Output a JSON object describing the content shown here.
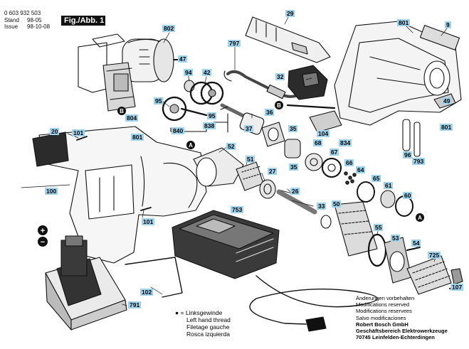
{
  "header": {
    "doc_number": "0 603 932 503",
    "stand_label": "Stand",
    "stand_value": "98-05",
    "issue_label": "Issue",
    "issue_value": "98-10-08",
    "figure_label": "Fig./Abb. 1"
  },
  "parts": [
    {
      "id": "p802",
      "label": "802"
    },
    {
      "id": "p47",
      "label": "47"
    },
    {
      "id": "p94",
      "label": "94"
    },
    {
      "id": "p42",
      "label": "42"
    },
    {
      "id": "p95a",
      "label": "95"
    },
    {
      "id": "p95b",
      "label": "95"
    },
    {
      "id": "p840",
      "label": "840"
    },
    {
      "id": "p804",
      "label": "804"
    },
    {
      "id": "p797",
      "label": "797"
    },
    {
      "id": "p838",
      "label": "838"
    },
    {
      "id": "p37",
      "label": "37"
    },
    {
      "id": "p36",
      "label": "36"
    },
    {
      "id": "p29",
      "label": "29"
    },
    {
      "id": "p32",
      "label": "32"
    },
    {
      "id": "p801a",
      "label": "801"
    },
    {
      "id": "p9",
      "label": "9"
    },
    {
      "id": "p49",
      "label": "49"
    },
    {
      "id": "p801b",
      "label": "801"
    },
    {
      "id": "p104",
      "label": "104"
    },
    {
      "id": "p834",
      "label": "834"
    },
    {
      "id": "p35a",
      "label": "35"
    },
    {
      "id": "p35b",
      "label": "35"
    },
    {
      "id": "p68",
      "label": "68"
    },
    {
      "id": "p67",
      "label": "67"
    },
    {
      "id": "p66",
      "label": "66"
    },
    {
      "id": "p64",
      "label": "64"
    },
    {
      "id": "p96",
      "label": "96"
    },
    {
      "id": "p793",
      "label": "793"
    },
    {
      "id": "p20",
      "label": "20"
    },
    {
      "id": "p101a",
      "label": "101"
    },
    {
      "id": "p801c",
      "label": "801"
    },
    {
      "id": "p52",
      "label": "52"
    },
    {
      "id": "p51",
      "label": "51"
    },
    {
      "id": "p27",
      "label": "27"
    },
    {
      "id": "p26",
      "label": "26"
    },
    {
      "id": "p65",
      "label": "65"
    },
    {
      "id": "p61",
      "label": "61"
    },
    {
      "id": "p60",
      "label": "60"
    },
    {
      "id": "p100",
      "label": "100"
    },
    {
      "id": "p753",
      "label": "753"
    },
    {
      "id": "p33",
      "label": "33"
    },
    {
      "id": "p50",
      "label": "50"
    },
    {
      "id": "p101b",
      "label": "101"
    },
    {
      "id": "p55",
      "label": "55"
    },
    {
      "id": "p53",
      "label": "53"
    },
    {
      "id": "p54",
      "label": "54"
    },
    {
      "id": "p725",
      "label": "725"
    },
    {
      "id": "p107",
      "label": "107"
    },
    {
      "id": "p102",
      "label": "102"
    },
    {
      "id": "p791",
      "label": "791"
    }
  ],
  "markers": {
    "a": "A",
    "b": "B",
    "plus": "+",
    "minus": "−"
  },
  "legend": {
    "bullet": "●",
    "lines": [
      "= Linksgewinde",
      "Left hand thread",
      "Filetage gauche",
      "Rosca izquierda"
    ]
  },
  "footer": {
    "lines": [
      "Änderungen vorbehalten",
      "Modifications reserved",
      "Modifications reservees",
      "Salvo modificaciones"
    ],
    "company": [
      "Robert Bosch GmbH",
      "Geschäftsbereich Elektrowerkzeuge",
      "70745 Leinfelden-Echterdingen"
    ]
  }
}
